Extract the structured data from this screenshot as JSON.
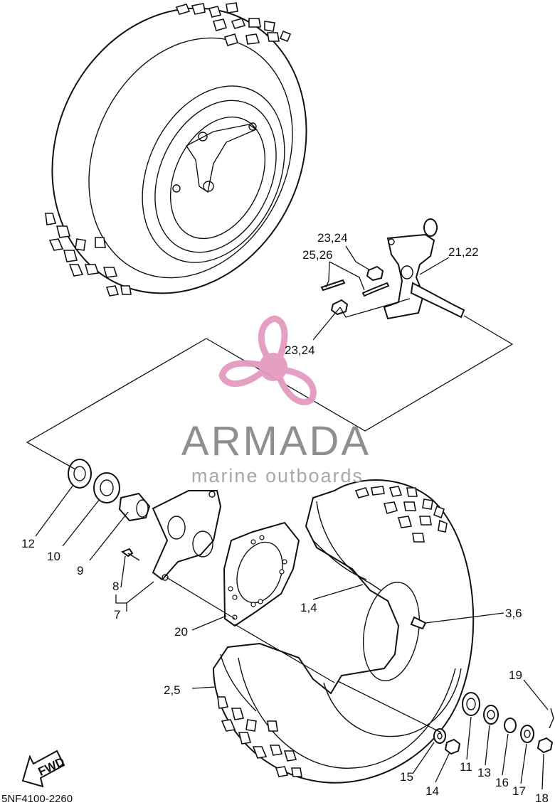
{
  "diagram": {
    "code": "5NF4100-2260",
    "fwd_label": "FWD",
    "labels": {
      "l_1_4": "1,4",
      "l_2_5": "2,5",
      "l_3_6": "3,6",
      "l_7": "7",
      "l_8": "8",
      "l_9": "9",
      "l_10": "10",
      "l_11": "11",
      "l_12": "12",
      "l_13": "13",
      "l_14": "14",
      "l_15": "15",
      "l_16": "16",
      "l_17": "17",
      "l_18": "18",
      "l_19": "19",
      "l_20": "20",
      "l_21_22": "21,22",
      "l_23_24_top": "23,24",
      "l_23_24_bottom": "23,24",
      "l_25_26": "25,26"
    }
  },
  "watermark": {
    "title": "ARMADA",
    "subtitle": "marine outboards",
    "color": "#e39ac0"
  }
}
